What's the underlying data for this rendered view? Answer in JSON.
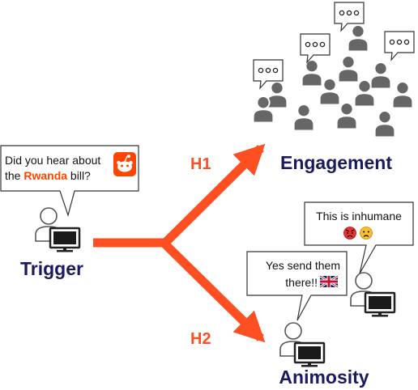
{
  "trigger": {
    "bubble_line1": "Did you hear about",
    "bubble_line2_prefix": "the ",
    "bubble_line2_highlight": "Rwanda",
    "bubble_line2_suffix": " bill?",
    "label": "Trigger",
    "icon": "reddit-logo-icon"
  },
  "hypotheses": {
    "h1": "H1",
    "h2": "H2"
  },
  "engagement": {
    "label": "Engagement",
    "bubble_text": "ooo"
  },
  "animosity": {
    "label": "Animosity",
    "reply1": "This is inhumane",
    "reply1_icons": [
      "angry-face-icon",
      "sad-face-icon"
    ],
    "reply2_line1": "Yes send them",
    "reply2_line2": "there!!",
    "reply2_icon": "uk-flag-icon"
  },
  "colors": {
    "arrow": "#fe4f23",
    "label_navy": "#1a1a5e",
    "reddit_orange": "#ff4500",
    "people_gray": "#666666",
    "highlight": "#ff4500"
  }
}
